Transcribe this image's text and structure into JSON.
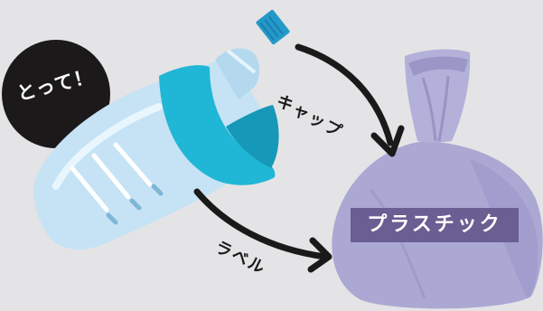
{
  "badge": {
    "text": "とって！"
  },
  "arrows": {
    "cap_label": "キャップ",
    "label_label": "ラベル"
  },
  "bag": {
    "tag": "プラスチック"
  },
  "colors": {
    "background": "#e4e4e6",
    "badge": "#1b1919",
    "label_teal": "#20b6d6",
    "label_dark_teal": "#1699b8",
    "cap": "#2399c9",
    "bottle": "#c6e3f5",
    "bag": "#aba8d3",
    "tag": "#6b5e93",
    "arrow": "#1a1a1a"
  }
}
